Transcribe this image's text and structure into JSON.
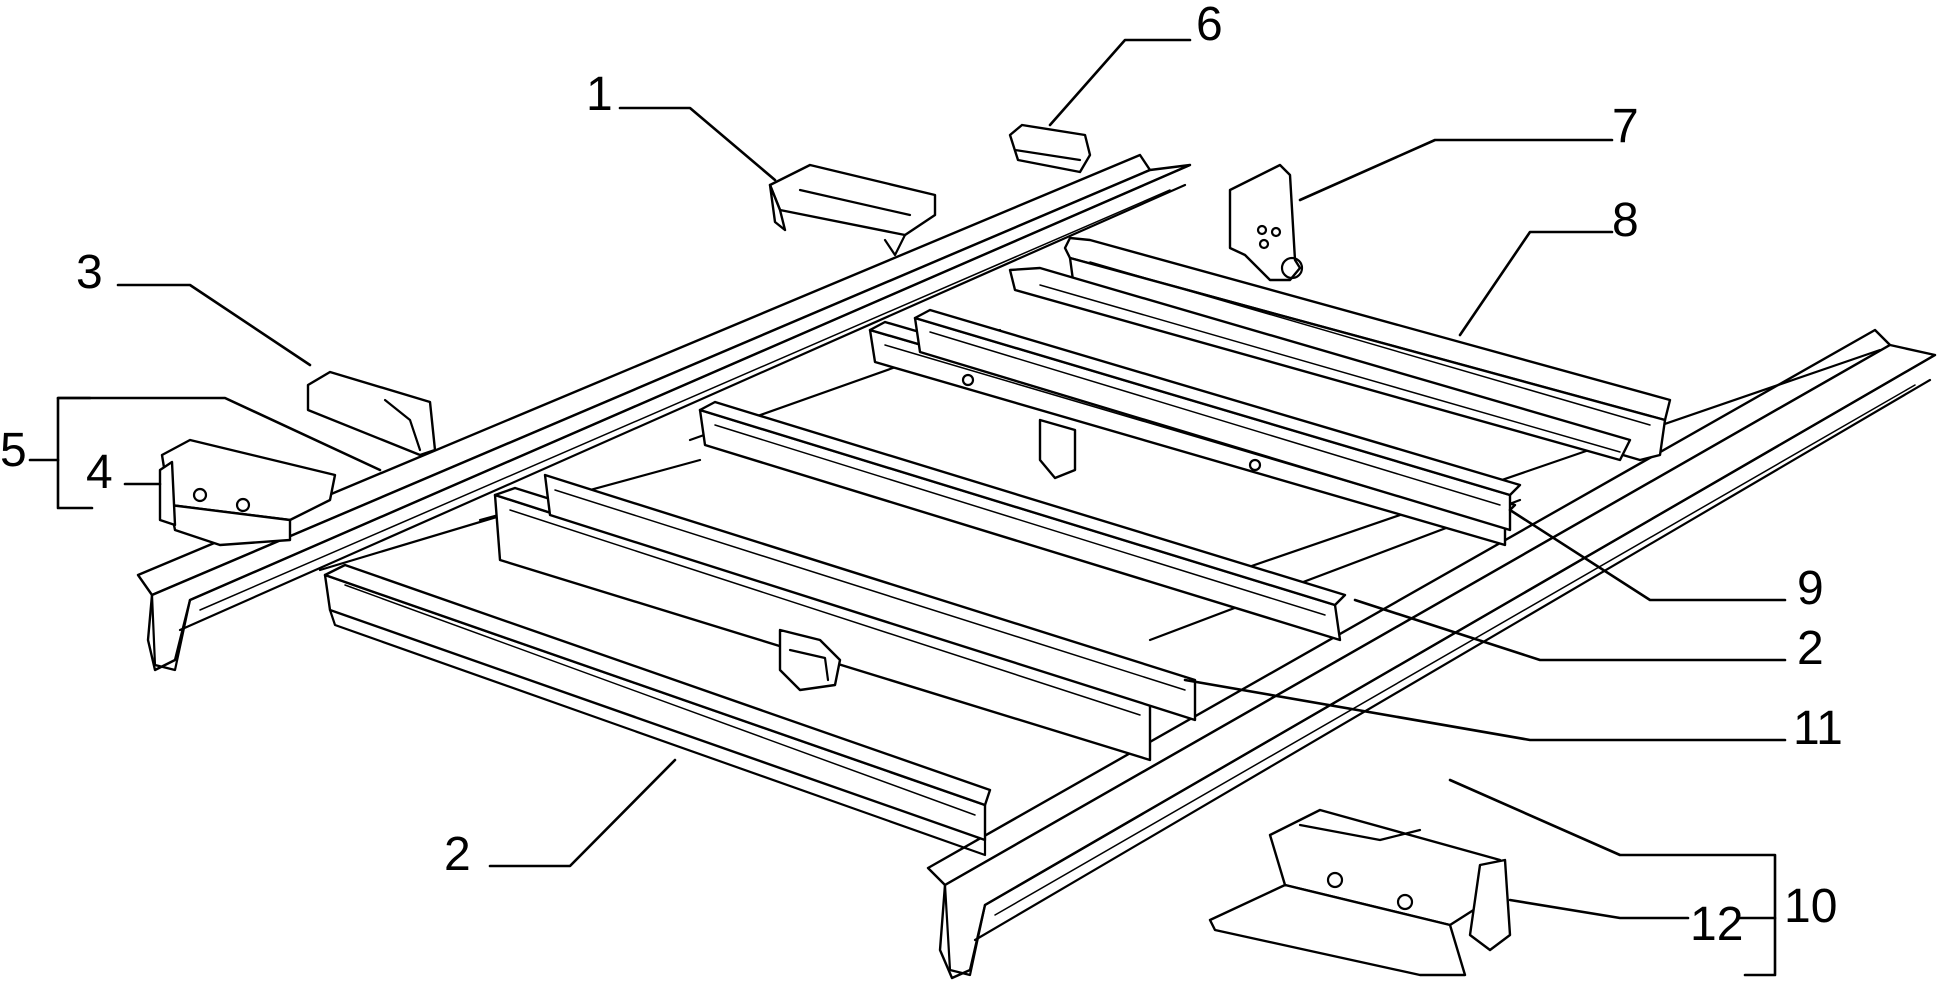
{
  "diagram": {
    "callouts": [
      {
        "id": "c1",
        "label": "1"
      },
      {
        "id": "c2a",
        "label": "2"
      },
      {
        "id": "c2b",
        "label": "2"
      },
      {
        "id": "c3",
        "label": "3"
      },
      {
        "id": "c4",
        "label": "4"
      },
      {
        "id": "c5",
        "label": "5"
      },
      {
        "id": "c6",
        "label": "6"
      },
      {
        "id": "c7",
        "label": "7"
      },
      {
        "id": "c8",
        "label": "8"
      },
      {
        "id": "c9",
        "label": "9"
      },
      {
        "id": "c10",
        "label": "10"
      },
      {
        "id": "c11",
        "label": "11"
      },
      {
        "id": "c12",
        "label": "12"
      }
    ]
  }
}
